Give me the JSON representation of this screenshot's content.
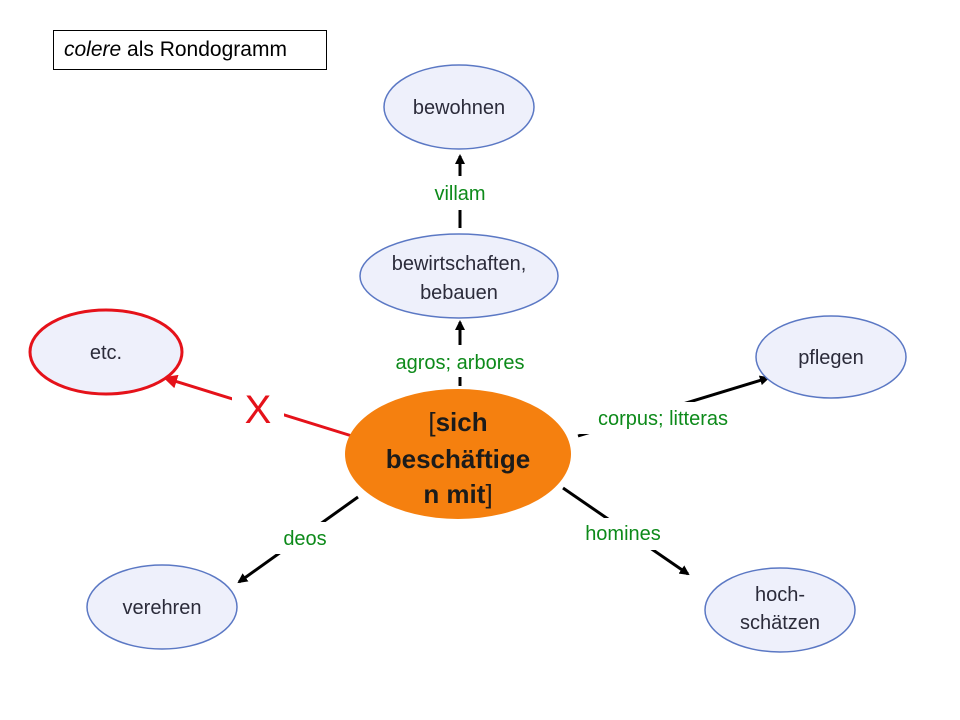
{
  "title": {
    "italic": "colere",
    "rest": " als Rondogramm"
  },
  "center": {
    "open_bracket": "[",
    "line1": "sich",
    "line2": "beschäftige",
    "line3": "n mit",
    "close_bracket": "]"
  },
  "nodes": {
    "bewohnen": "bewohnen",
    "bewirtschaften_line1": "bewirtschaften,",
    "bewirtschaften_line2": "bebauen",
    "pflegen": "pflegen",
    "etc": "etc.",
    "verehren": "verehren",
    "hochschaetzen_line1": "hoch-",
    "hochschaetzen_line2": "schätzen"
  },
  "edges": {
    "villam": "villam",
    "agros": "agros; arbores",
    "corpus": "corpus; litteras",
    "homines": "homines",
    "deos": "deos",
    "blocked_mark": "X"
  },
  "colors": {
    "node_fill": "#eef0fb",
    "node_stroke": "#5b78c4",
    "center_fill": "#f5800f",
    "edge_label": "#0d8a1a",
    "blocked": "#e5121a"
  }
}
